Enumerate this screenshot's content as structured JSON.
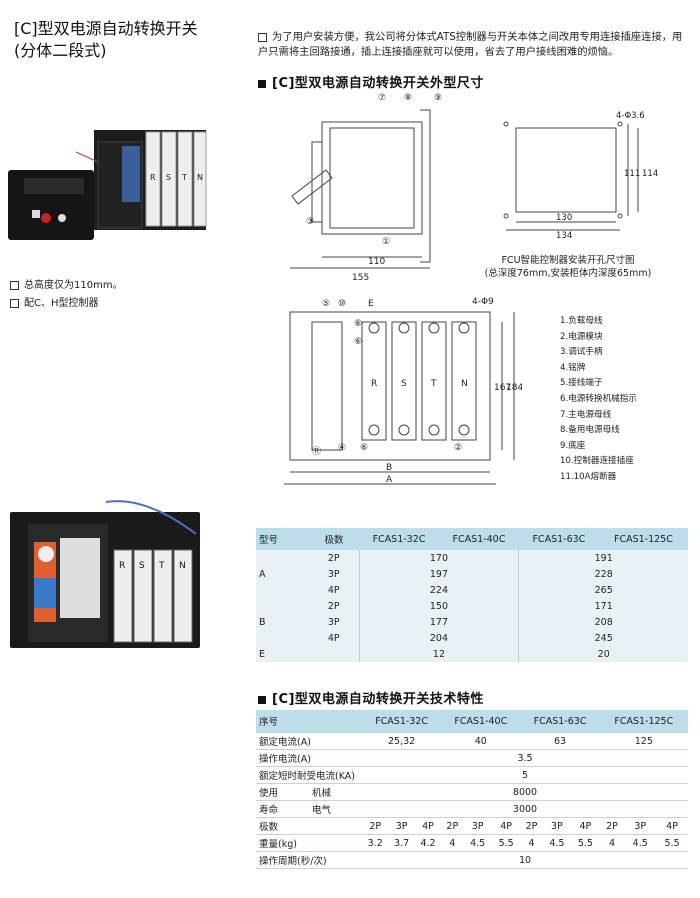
{
  "title": {
    "line1": "[C]型双电源自动转换开关",
    "line2": "(分体二段式)"
  },
  "features": [
    "总高度仅为110mm。",
    "配C、H型控制器"
  ],
  "note": "为了用户安装方便，我公司将分体式ATS控制器与开关本体之间改用专用连接插座连接，用户只需将主回路接通，插上连接插座就可以使用，省去了用户接线困难的烦恼。",
  "section1": "[C]型双电源自动转换开关外型尺寸",
  "section2": "[C]型双电源自动转换开关技术特性",
  "diagram1": {
    "callouts": [
      "⑦",
      "⑧",
      "⑨",
      "③",
      "①"
    ],
    "dims": [
      "110",
      "155"
    ]
  },
  "diagram2": {
    "dim_label": "4-Φ3.6",
    "dims": [
      "130",
      "134",
      "111",
      "114"
    ],
    "caption1": "FCU智能控制器安装开孔尺寸图",
    "caption2": "(总深度76mm,安装柜体内深度65mm)"
  },
  "diagram3": {
    "callouts_top": [
      "⑤",
      "⑩",
      "⑥",
      "⑥"
    ],
    "e_label": "E",
    "hole_label": "4-Φ9",
    "phases": [
      "R",
      "S",
      "T",
      "N"
    ],
    "callouts_bottom": [
      "⑪",
      "④",
      "⑥",
      "②"
    ],
    "dims": [
      "167",
      "184"
    ],
    "b_label": "B",
    "a_label": "A"
  },
  "parts_legend": [
    "1.负载母线",
    "2.电源模块",
    "3.调试手柄",
    "4.铭牌",
    "5.接线端子",
    "6.电源转换机械指示",
    "7.主电源母线",
    "8.备用电源母线",
    "9.底座",
    "10.控制器连接插座",
    "11.10A熔断器"
  ],
  "photo_labels": {
    "phases": [
      "R",
      "S",
      "T",
      "N"
    ]
  },
  "table1": {
    "headers": [
      "型号",
      "极数",
      "FCAS1-32C",
      "FCAS1-40C",
      "FCAS1-63C",
      "FCAS1-125C"
    ],
    "rows": [
      {
        "group": "",
        "pole": "2P",
        "v1": "170",
        "v2": "191"
      },
      {
        "group": "A",
        "pole": "3P",
        "v1": "197",
        "v2": "228"
      },
      {
        "group": "",
        "pole": "4P",
        "v1": "224",
        "v2": "265"
      },
      {
        "group": "",
        "pole": "2P",
        "v1": "150",
        "v2": "171"
      },
      {
        "group": "B",
        "pole": "3P",
        "v1": "177",
        "v2": "208"
      },
      {
        "group": "",
        "pole": "4P",
        "v1": "204",
        "v2": "245"
      },
      {
        "group": "E",
        "pole": "",
        "v1": "12",
        "v2": "20"
      }
    ]
  },
  "table2": {
    "headers": [
      "序号",
      "FCAS1-32C",
      "FCAS1-40C",
      "FCAS1-63C",
      "FCAS1-125C"
    ],
    "rated_current": {
      "label": "额定电流(A)",
      "values": [
        "25,32",
        "40",
        "63",
        "125"
      ]
    },
    "op_current": {
      "label": "操作电流(A)",
      "value": "3.5"
    },
    "short_current": {
      "label": "额定短时耐受电流(KA)",
      "value": "5"
    },
    "life": {
      "label1": "使用",
      "label2": "寿命",
      "mech": "机械",
      "mech_val": "8000",
      "elec": "电气",
      "elec_val": "3000"
    },
    "poles": {
      "label": "极数",
      "values": [
        "2P",
        "3P",
        "4P",
        "2P",
        "3P",
        "4P",
        "2P",
        "3P",
        "4P",
        "2P",
        "3P",
        "4P"
      ]
    },
    "weight": {
      "label": "重量(kg)",
      "values": [
        "3.2",
        "3.7",
        "4.2",
        "4",
        "4.5",
        "5.5",
        "4",
        "4.5",
        "5.5",
        "4",
        "4.5",
        "5.5"
      ]
    },
    "cycle": {
      "label": "操作周期(秒/次)",
      "value": "10"
    }
  }
}
